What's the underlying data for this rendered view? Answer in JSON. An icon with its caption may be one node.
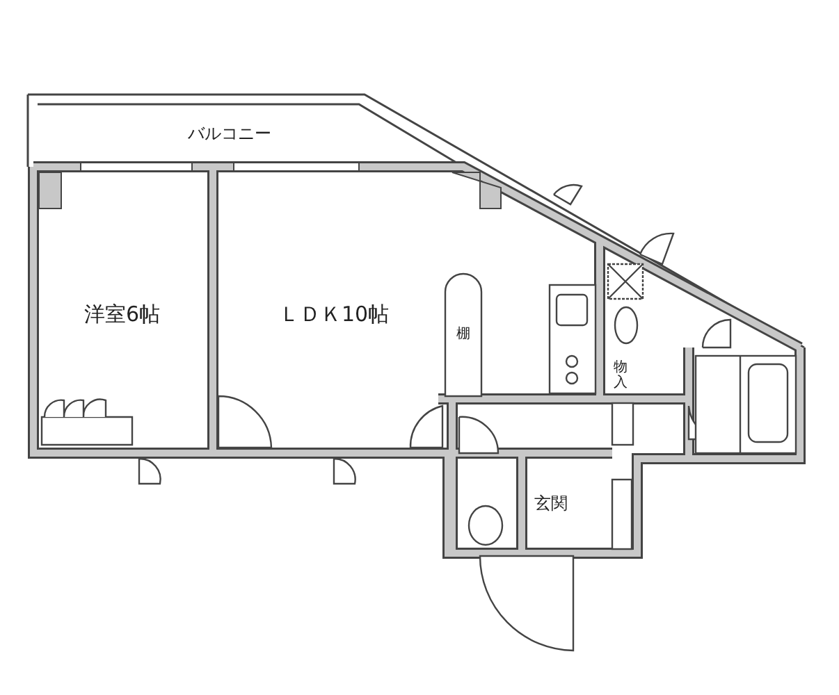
{
  "diagram": {
    "labels": [
      "バルコニー",
      "洋室6帖",
      "ＬＤＫ10帖",
      "棚",
      "物入",
      "玄関"
    ]
  }
}
